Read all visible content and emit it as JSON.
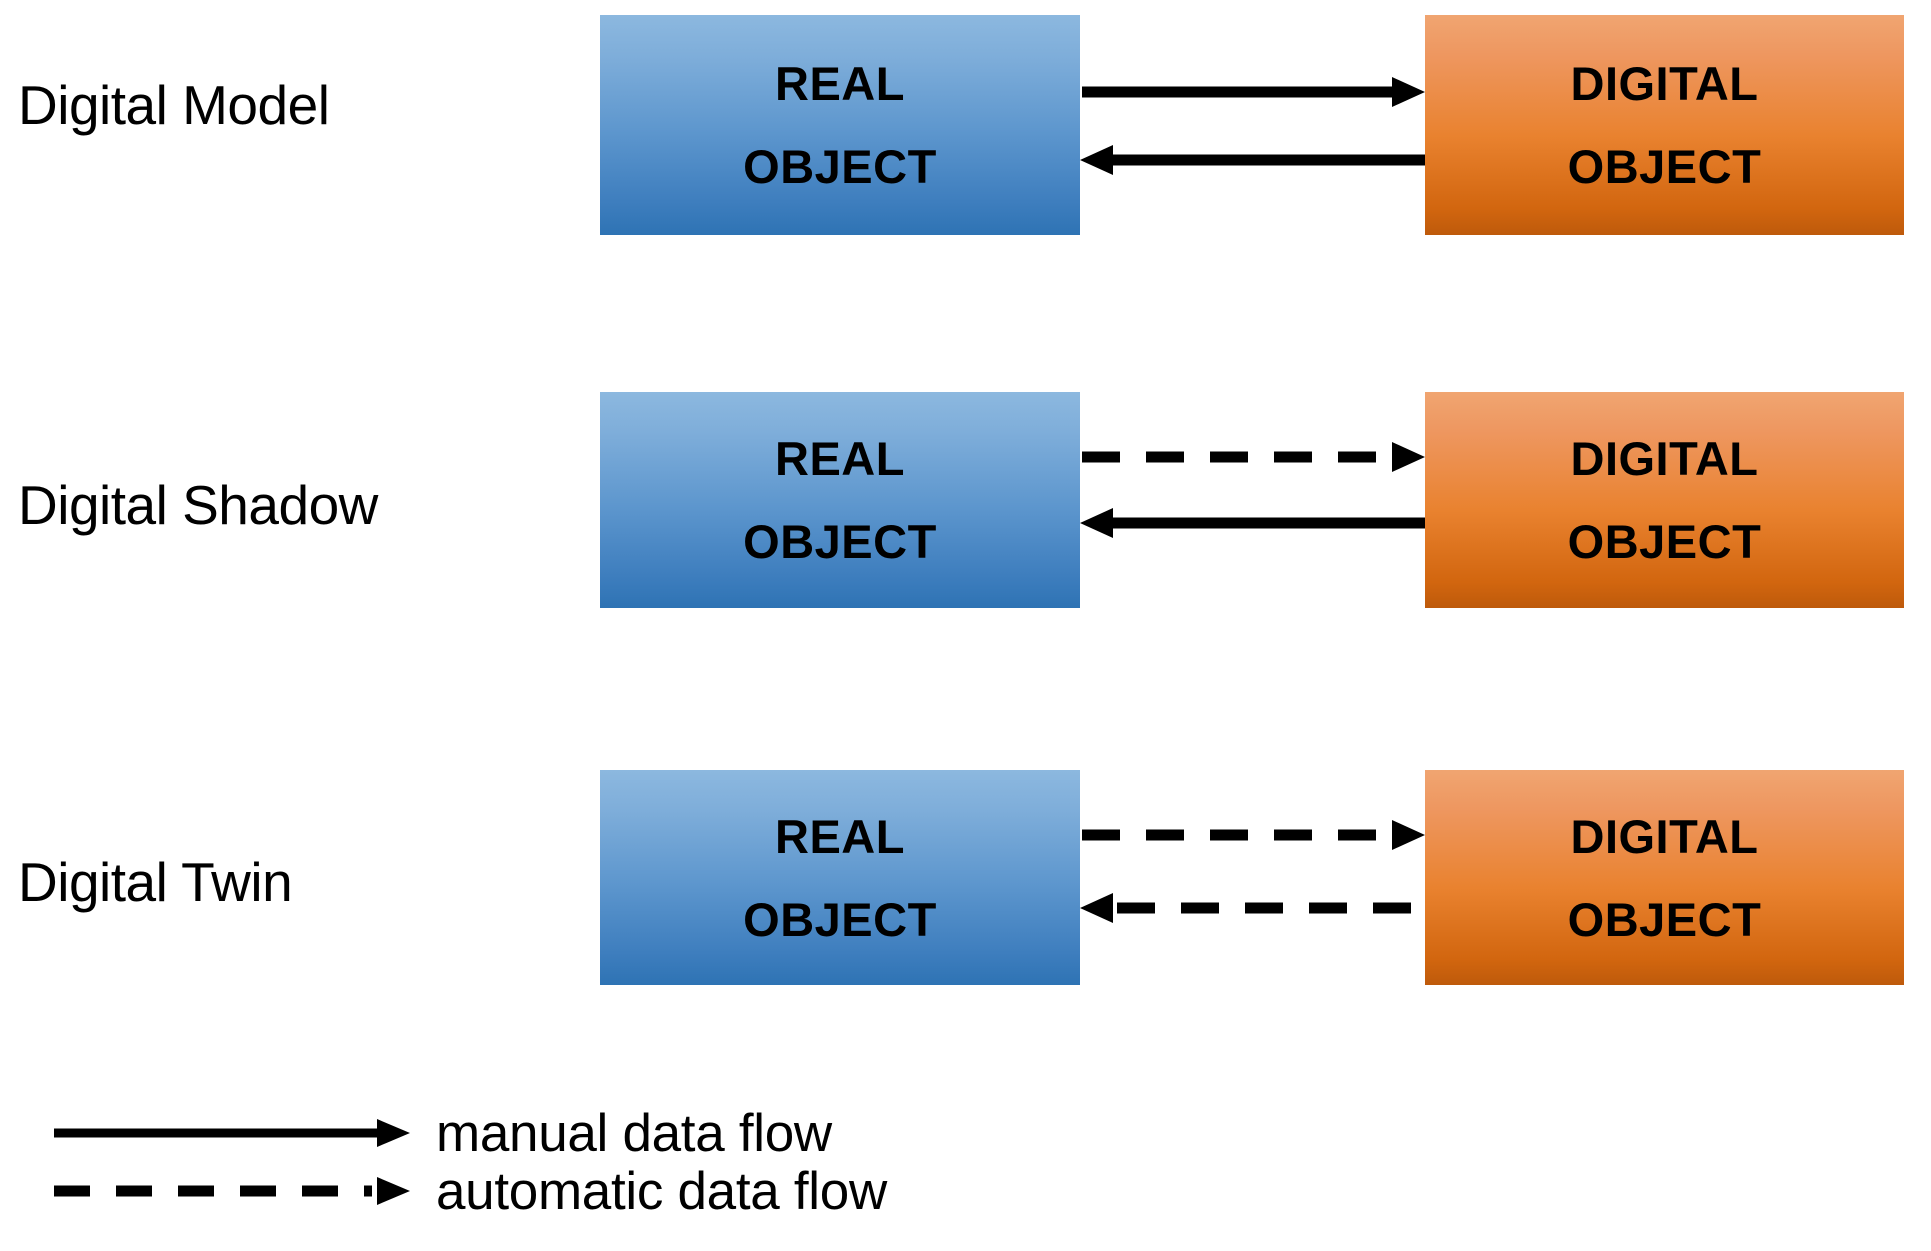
{
  "diagram": {
    "rows": [
      {
        "label": "Digital Model",
        "left_box": {
          "line1": "REAL",
          "line2": "OBJECT"
        },
        "right_box": {
          "line1": "DIGITAL",
          "line2": "OBJECT"
        },
        "arrow_forward": {
          "direction": "right",
          "style": "solid",
          "meaning": "manual data flow"
        },
        "arrow_backward": {
          "direction": "left",
          "style": "solid",
          "meaning": "manual data flow"
        }
      },
      {
        "label": "Digital Shadow",
        "left_box": {
          "line1": "REAL",
          "line2": "OBJECT"
        },
        "right_box": {
          "line1": "DIGITAL",
          "line2": "OBJECT"
        },
        "arrow_forward": {
          "direction": "right",
          "style": "dashed",
          "meaning": "automatic data flow"
        },
        "arrow_backward": {
          "direction": "left",
          "style": "solid",
          "meaning": "manual data flow"
        }
      },
      {
        "label": "Digital Twin",
        "left_box": {
          "line1": "REAL",
          "line2": "OBJECT"
        },
        "right_box": {
          "line1": "DIGITAL",
          "line2": "OBJECT"
        },
        "arrow_forward": {
          "direction": "right",
          "style": "dashed",
          "meaning": "automatic data flow"
        },
        "arrow_backward": {
          "direction": "left",
          "style": "dashed",
          "meaning": "automatic data flow"
        }
      }
    ],
    "legend": [
      {
        "style": "solid",
        "label": "manual data flow"
      },
      {
        "style": "dashed",
        "label": "automatic data flow"
      }
    ],
    "colors": {
      "real_object_box_top": "#8CB8DF",
      "real_object_box_bottom": "#2E73B4",
      "digital_object_box_top": "#F0A571",
      "digital_object_box_bottom": "#BE5A0B",
      "arrow": "#000000",
      "text": "#000000",
      "background": "#FFFFFF"
    }
  }
}
